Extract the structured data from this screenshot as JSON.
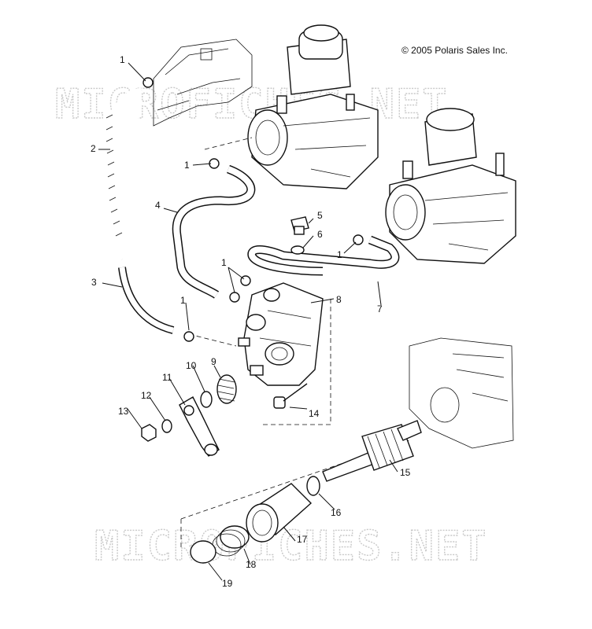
{
  "copyright": "© 2005 Polaris Sales Inc.",
  "watermarks": [
    "MICROFICHES.NET",
    "MICROFICHES.NET"
  ],
  "callouts": {
    "c1a": "1",
    "c1b": "1",
    "c1c": "1",
    "c1d": "1",
    "c1e": "1",
    "c2": "2",
    "c3": "3",
    "c4": "4",
    "c5": "5",
    "c6": "6",
    "c7": "7",
    "c8": "8",
    "c9": "9",
    "c10": "10",
    "c11": "11",
    "c12": "12",
    "c13": "13",
    "c14": "14",
    "c15": "15",
    "c16": "16",
    "c17": "17",
    "c18": "18",
    "c19": "19"
  }
}
